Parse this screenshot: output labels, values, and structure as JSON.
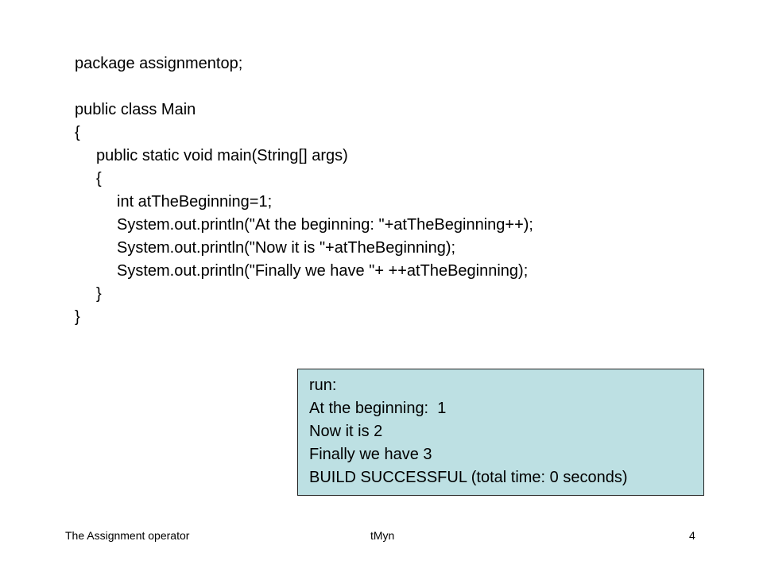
{
  "code": {
    "lines": [
      "package assignmentop;",
      "",
      "public class Main",
      "{",
      "public static void main(String[] args)",
      "{",
      "int atTheBeginning=1;",
      "System.out.println(\"At the beginning: \"+atTheBeginning++);",
      "System.out.println(\"Now it is \"+atTheBeginning);",
      "System.out.println(\"Finally we have \"+ ++atTheBeginning);",
      "}",
      "}"
    ]
  },
  "output": {
    "lines": [
      "run:",
      "At the beginning:  1",
      "Now it is 2",
      "Finally we have 3",
      "BUILD SUCCESSFUL (total time: 0 seconds)"
    ]
  },
  "footer": {
    "left": "The Assignment operator",
    "center": "tMyn",
    "right": "4"
  }
}
